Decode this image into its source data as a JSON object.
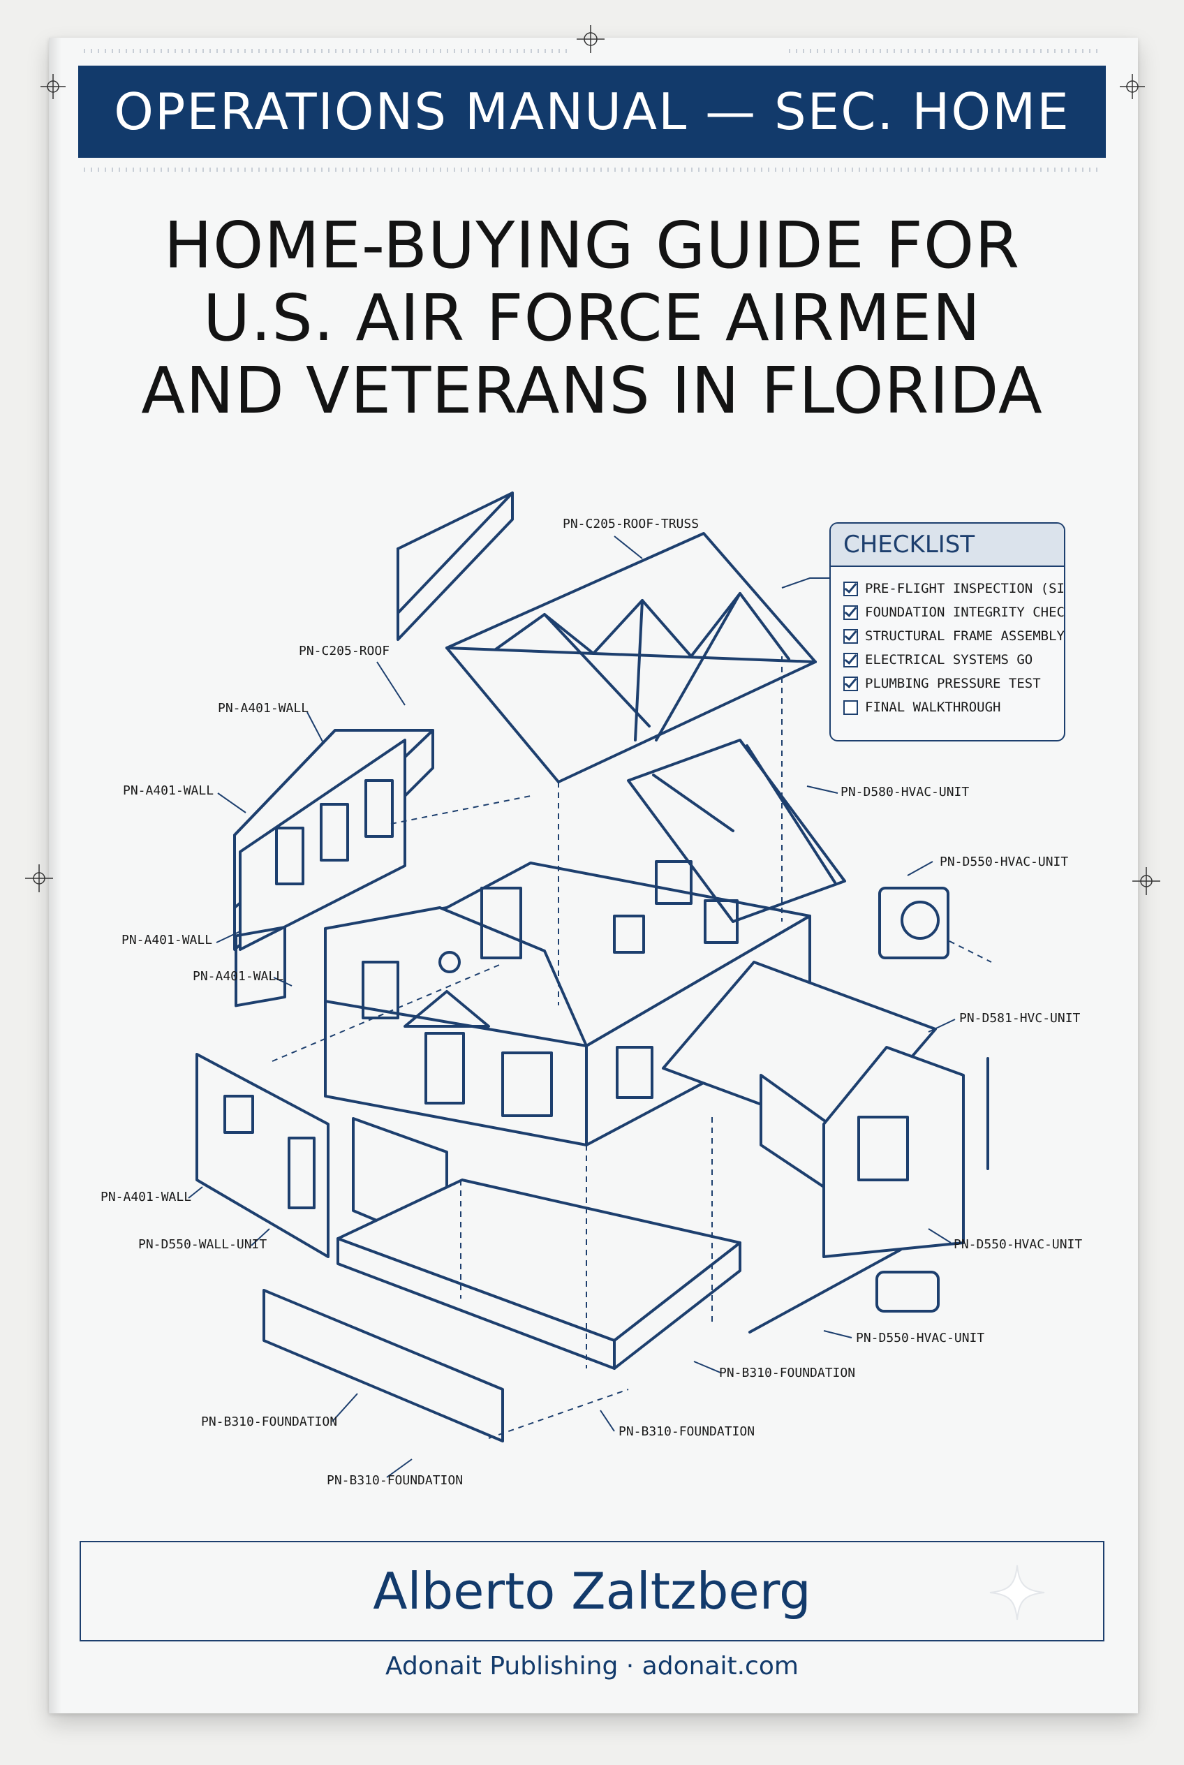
{
  "header": {
    "label": "OPERATIONS MANUAL — SEC. HOME"
  },
  "title": {
    "line1": "HOME-BUYING GUIDE FOR",
    "line2": "U.S. AIR FORCE AIRMEN",
    "line3": "AND VETERANS IN FLORIDA"
  },
  "checklist": {
    "title": "CHECKLIST",
    "items": [
      {
        "label": "PRE-FLIGHT INSPECTION (SITE)",
        "checked": true
      },
      {
        "label": "FOUNDATION INTEGRITY CHECK",
        "checked": true
      },
      {
        "label": "STRUCTURAL FRAME ASSEMBLY",
        "checked": true
      },
      {
        "label": "ELECTRICAL SYSTEMS GO",
        "checked": true
      },
      {
        "label": "PLUMBING PRESSURE TEST",
        "checked": true
      },
      {
        "label": "FINAL WALKTHROUGH",
        "checked": false
      }
    ]
  },
  "callouts": {
    "roof_truss": "PN-C205-ROOF-TRUSS",
    "roof": "PN-C205-ROOF",
    "wall_1": "PN-A401-WALL",
    "wall_2": "PN-A401-WALL",
    "wall_3": "PN-A401-WALL",
    "wall_4": "PN-A401-WALL",
    "wall_5": "PN-A401-WALL",
    "wall_unit": "PN-D550-WALL-UNIT",
    "hvac_1": "PN-D580-HVAC-UNIT",
    "hvac_2": "PN-D550-HVAC-UNIT",
    "hvc": "PN-D581-HVC-UNIT",
    "hvac_3": "PN-D550-HVAC-UNIT",
    "hvac_4": "PN-D550-HVAC-UNIT",
    "foundation_1": "PN-B310-FOUNDATION",
    "foundation_2": "PN-B310-FOUNDATION",
    "foundation_3": "PN-B310-FOUNDATION",
    "foundation_4": "PN-B310-FOUNDATION"
  },
  "author": "Alberto Zaltzberg",
  "publisher": "Adonait Publishing · adonait.com",
  "colors": {
    "navy": "#123a6b",
    "line": "#1d3f6e",
    "paper": "#f6f7f7"
  }
}
